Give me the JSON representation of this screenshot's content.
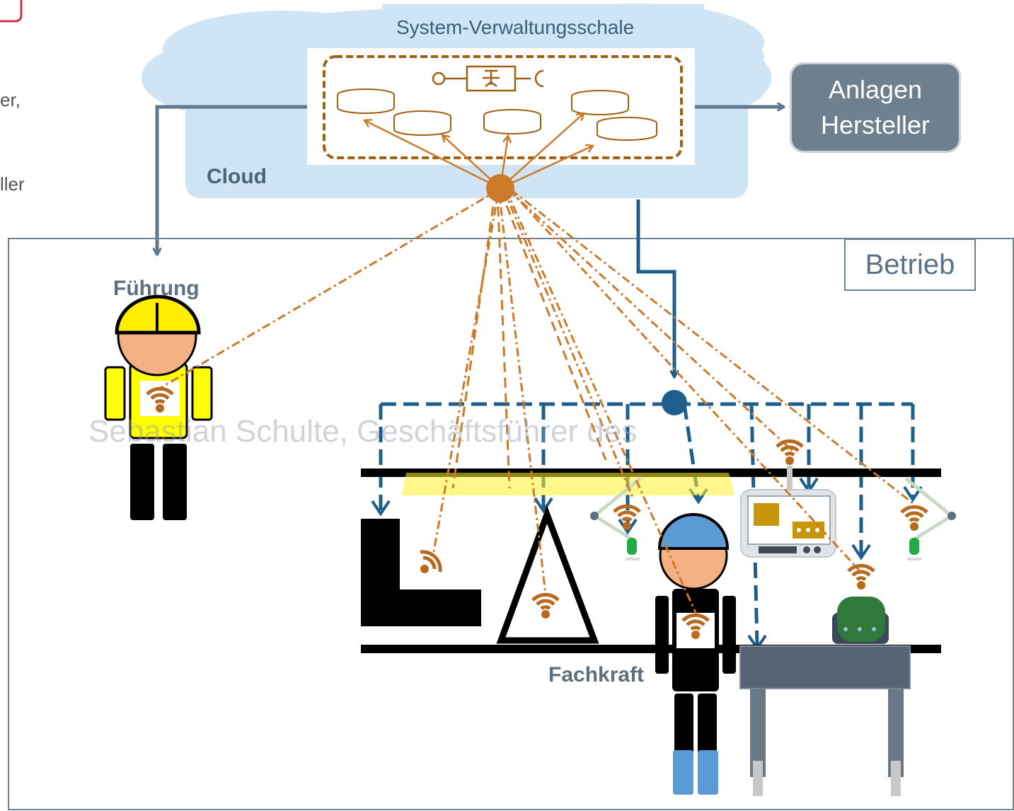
{
  "side_text": {
    "line1": "er,",
    "line2": "ller"
  },
  "cloud": {
    "title": "System-Verwaltungsschale",
    "label": "Cloud"
  },
  "manufacturer": {
    "line1": "Anlagen",
    "line2": "Hersteller"
  },
  "plant": {
    "label": "Betrieb"
  },
  "roles": {
    "management": "Führung",
    "worker": "Fachkraft"
  },
  "watermark": "Sebastian Schulte, Geschäftsführer des",
  "icons": {
    "wireless": "wifi-icon",
    "person": "worker-figure-icon",
    "database": "database-icon"
  },
  "colors": {
    "cloud_fill": "#cfe4f5",
    "orange_link": "#cc7a2a",
    "blue_link": "#1f5e8a",
    "arrow_gray": "#60788c",
    "helmet_yellow": "#ffee00",
    "helmet_blue": "#5b9bd5",
    "manufacturer_box": "#6e7f8e"
  }
}
